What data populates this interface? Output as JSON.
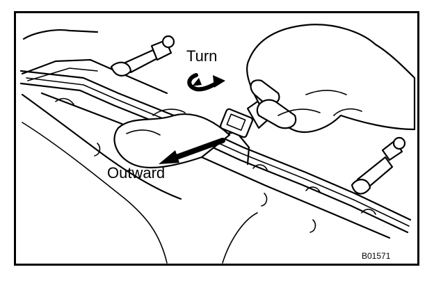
{
  "labels": {
    "turn": "Turn",
    "outward": "Outward",
    "figure_code": "B01571"
  },
  "icons": {
    "rotate": "curved-rotate-arrow-icon",
    "direction": "outward-arrow-icon"
  },
  "colors": {
    "line": "#000000",
    "background": "#ffffff"
  }
}
